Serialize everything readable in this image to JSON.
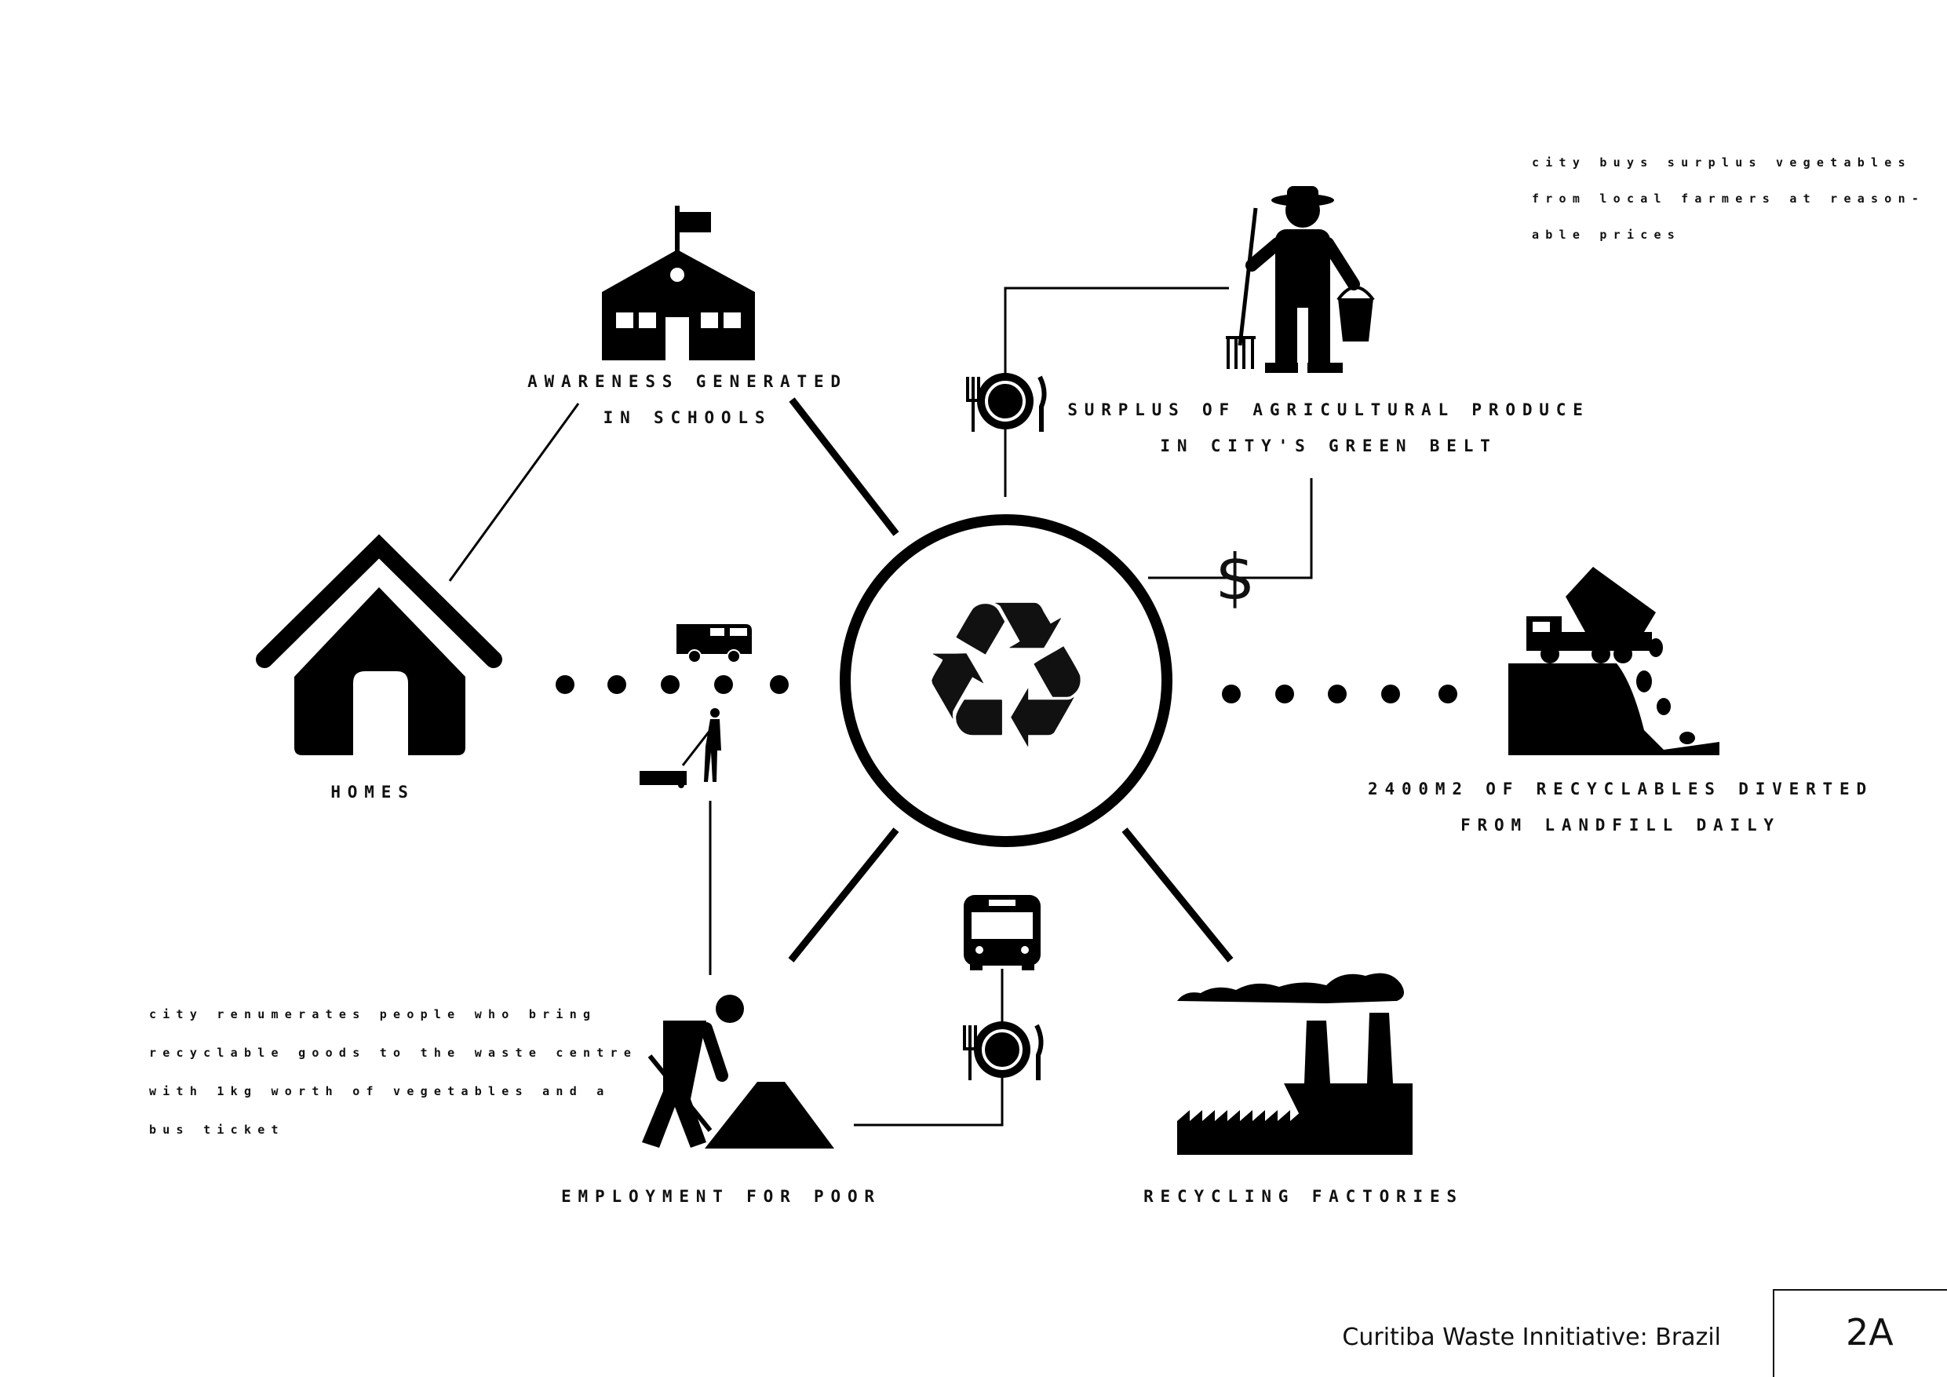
{
  "nodes": {
    "homes": {
      "label": "HOMES"
    },
    "schools": {
      "lines": [
        "AWARENESS GENERATED",
        "IN SCHOOLS"
      ]
    },
    "farmers": {
      "lines": [
        "SURPLUS OF AGRICULTURAL PRODUCE",
        "IN CITY'S GREEN BELT"
      ]
    },
    "landfill": {
      "lines": [
        "2400M2 OF RECYCLABLES DIVERTED",
        "FROM LANDFILL DAILY"
      ]
    },
    "employment": {
      "label": "EMPLOYMENT FOR POOR"
    },
    "factories": {
      "label": "RECYCLING FACTORIES"
    }
  },
  "notes": {
    "farmers_note": [
      "city buys surplus vegetables",
      "from local farmers at reason-",
      "able prices"
    ],
    "employment_note": [
      "city renumerates people who bring",
      "recyclable goods to the waste centre",
      "with 1kg worth of vegetables and a",
      "bus ticket"
    ]
  },
  "center": {
    "icon": "recycle-icon",
    "glyph": "♻"
  },
  "money": {
    "glyph": "$"
  },
  "footer": {
    "title": "Curitiba Waste Innitiative: Brazil",
    "page": "2A"
  }
}
